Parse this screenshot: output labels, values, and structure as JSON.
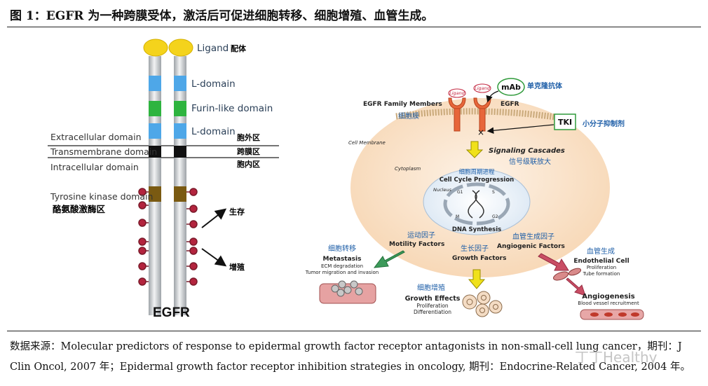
{
  "figure": {
    "title": "图 1：EGFR 为一种跨膜受体，激活后可促进细胞转移、细胞增殖、血管生成。",
    "source_line1": "数据来源：Molecular predictors of response to epidermal growth factor receptor antagonists in non-small-cell lung cancer，期刊：J",
    "source_line2": "Clin Oncol, 2007 年；Epidermal growth factor receptor inhibition strategies in oncology, 期刊：Endocrine-Related Cancer, 2004 年。",
    "watermark": "丁丁Healthy"
  },
  "left_panel": {
    "ligand_en": "Ligand",
    "ligand_cn": "配体",
    "l_domain_1": "L-domain",
    "furin": "Furin-like domain",
    "l_domain_2": "L-domain",
    "extracellular_en": "Extracellular domain",
    "extracellular_cn": "胞外区",
    "transmembrane_en": "Transmembrane domain",
    "transmembrane_cn": "跨膜区",
    "intracellular_en": "Intracellular domain",
    "intracellular_cn": "胞内区",
    "tk_en": "Tyrosine kinase domain",
    "tk_cn": "酪氨酸激酶区",
    "survival_cn": "生存",
    "proliferation_cn": "增殖",
    "egfr_label": "EGFR"
  },
  "right_panel": {
    "ligand_1": "Ligand",
    "ligand_2": "Ligand",
    "mab": "mAb",
    "mab_cn": "单克隆抗体",
    "family": "EGFR Family Members",
    "egfr": "EGFR",
    "membrane_cn": "细胞膜",
    "cell_membrane": "Cell Membrane",
    "tki": "TKI",
    "tki_cn": "小分子抑制剂",
    "signaling": "Signaling Cascades",
    "signaling_cn": "信号级联放大",
    "cytoplasm": "Cytoplasm",
    "cycle_cn": "细胞周期进程",
    "cycle_en": "Cell Cycle Progression",
    "nucleus": "Nucleus",
    "g1": "G1",
    "s": "S",
    "m": "M",
    "g2": "G2",
    "dna": "DNA Synthesis",
    "motility_cn": "运动因子",
    "motility_en": "Motility Factors",
    "growth_cn": "生长因子",
    "growth_en": "Growth Factors",
    "angio_cn": "血管生成因子",
    "angio_en": "Angiogenic Factors",
    "metastasis_cn": "细胞转移",
    "metastasis_en": "Metastasis",
    "metastasis_d1": "ECM degradation",
    "metastasis_d2": "Tumor migration and invasion",
    "effects_cn": "细胞增殖",
    "effects_en": "Growth Effects",
    "effects_d1": "Proliferation",
    "effects_d2": "Differentiation",
    "vessel_cn": "血管生成",
    "endo_en": "Endothelial Cell",
    "endo_d1": "Proliferation",
    "endo_d2": "Tube formation",
    "angiogenesis_en": "Angiogenesis",
    "angiogenesis_d": "Blood vessel recruitment"
  }
}
